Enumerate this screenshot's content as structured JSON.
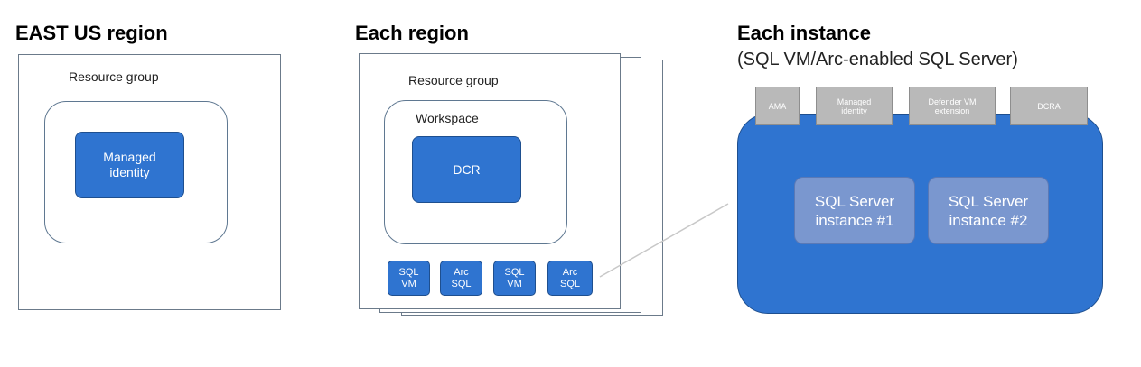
{
  "panel1": {
    "title": "EAST US region",
    "resource_group": "Resource group",
    "managed_identity": "Managed\nidentity"
  },
  "panel2": {
    "title": "Each region",
    "resource_group": "Resource group",
    "workspace": "Workspace",
    "dcr": "DCR",
    "resources": [
      "SQL\nVM",
      "Arc\nSQL",
      "SQL\nVM",
      "Arc\nSQL"
    ]
  },
  "panel3": {
    "title": "Each instance",
    "subtitle": "(SQL VM/Arc-enabled SQL Server)",
    "tabs": [
      "AMA",
      "Managed\nidentity",
      "Defender VM\nextension",
      "DCRA"
    ],
    "instances": [
      "SQL Server\ninstance #1",
      "SQL Server\ninstance #2"
    ]
  },
  "colors": {
    "blue": "#2f74d0",
    "instance": "#7a97cf",
    "tab": "#b9b9b9"
  }
}
